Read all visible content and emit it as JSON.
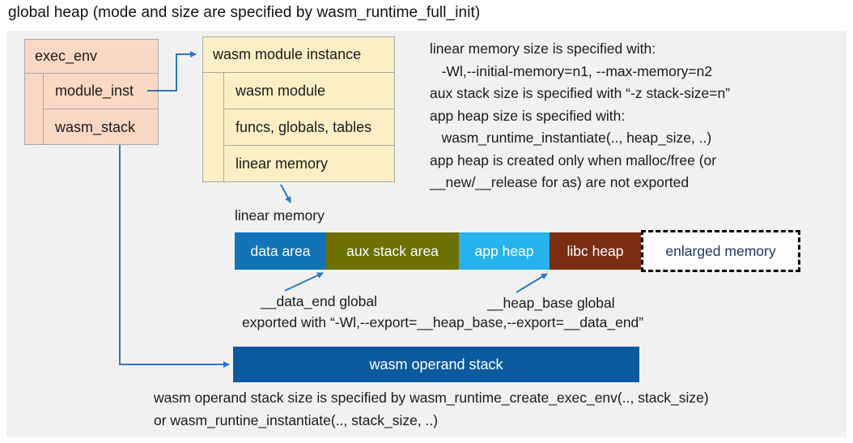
{
  "title": "global heap (mode and size are specified by wasm_runtime_full_init)",
  "exec_env": {
    "header": "exec_env",
    "rows": [
      {
        "label": "module_inst"
      },
      {
        "label": "wasm_stack"
      }
    ]
  },
  "module_instance": {
    "header": "wasm module instance",
    "rows": [
      {
        "label": "wasm module"
      },
      {
        "label": "funcs, globals, tables"
      },
      {
        "label": "linear memory"
      }
    ]
  },
  "right_notes": {
    "lines": [
      "linear memory size is specified with:",
      "   -Wl,--initial-memory=n1, --max-memory=n2",
      "aux stack size is specified with “-z stack-size=n”",
      "app heap size is specified with:",
      "   wasm_runtime_instantiate(.., heap_size, ..)",
      "app heap is created only when malloc/free (or",
      "__new/__release for as) are not exported"
    ]
  },
  "linear_memory": {
    "label": "linear memory",
    "segments": [
      {
        "label": "data area",
        "color": "#1273b9",
        "text_color": "#ffffff"
      },
      {
        "label": "aux stack area",
        "color": "#6c7000",
        "text_color": "#ffffff"
      },
      {
        "label": "app heap",
        "color": "#26b3ed",
        "text_color": "#ffffff"
      },
      {
        "label": "libc heap",
        "color": "#7b2d12",
        "text_color": "#ffffff"
      },
      {
        "label": "enlarged memory",
        "color": "#fdfdfd",
        "text_color": "#1f3864",
        "border": "dashed"
      }
    ],
    "data_end_label": "__data_end global",
    "heap_base_label": "__heap_base global",
    "export_note": "exported with “-Wl,--export=__heap_base,--export=__data_end”"
  },
  "operand_stack": {
    "label": "wasm operand stack",
    "notes": [
      "wasm operand stack size is specified by wasm_runtime_create_exec_env(.., stack_size)",
      "or wasm_runtine_instantiate(.., stack_size, ..)"
    ]
  },
  "colors": {
    "arrow": "#2c77c0",
    "exec_env_fill": "#fbd8c4",
    "module_instance_fill": "#fcefc6",
    "panel_background": "#f1f1f2",
    "operand_stack_fill": "#0b5a9e",
    "box_border": "#a9a9a9"
  }
}
